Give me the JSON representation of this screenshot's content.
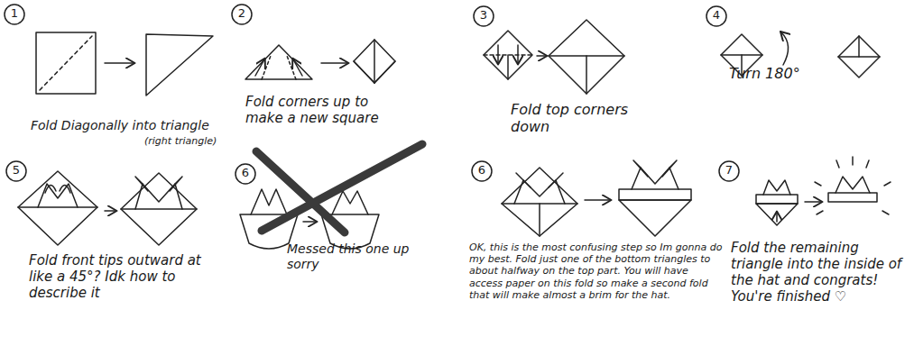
{
  "diagram": {
    "labels": [
      "1",
      "Fold Diagonally into triangle",
      "(right triangle)",
      "2",
      "Fold corners up to make a new square",
      "3",
      "Fold top corners down",
      "4",
      "Turn 180°",
      "5",
      "Fold front tips outward at like a 45°? Idk how to describe it",
      "6",
      "Messed this one up sorry",
      "6",
      "OK, this is the most confusing step so Im gonna do my best. Fold just one of the bottom triangles to about halfway on the top part. You will have access paper on this fold so make a second fold that will make almost a brim for the hat.",
      "7",
      "Fold the remaining triangle into the inside of the hat and congrats! You're finished ♡"
    ]
  }
}
